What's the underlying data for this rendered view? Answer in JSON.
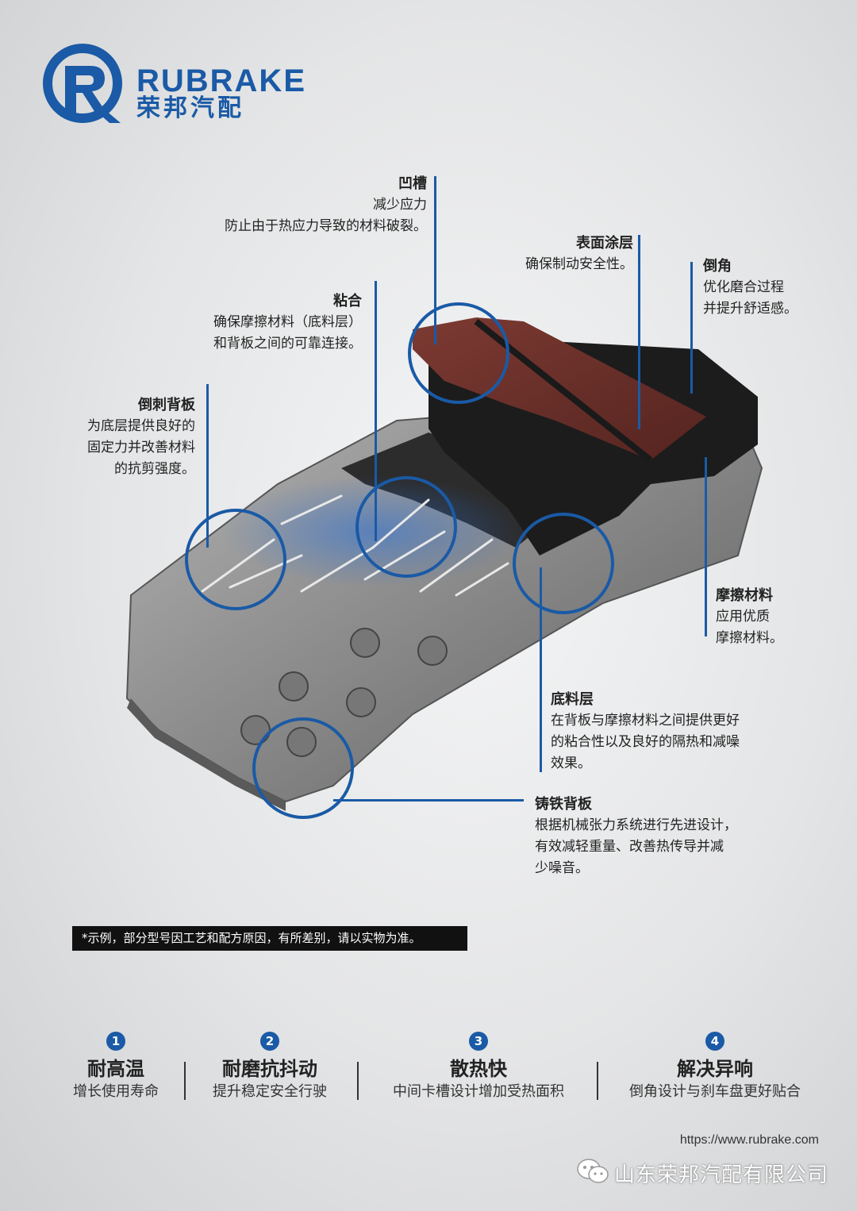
{
  "brand": {
    "name_en": "RUBRAKE",
    "name_cn": "荣邦汽配",
    "logo_letter": "RQ"
  },
  "annotations": {
    "groove": {
      "title": "凹槽",
      "lines": [
        "减少应力",
        "防止由于热应力导致的材料破裂。"
      ]
    },
    "coating": {
      "title": "表面涂层",
      "lines": [
        "确保制动安全性。"
      ]
    },
    "chamfer": {
      "title": "倒角",
      "lines": [
        "优化磨合过程",
        "并提升舒适感。"
      ]
    },
    "bonding": {
      "title": "粘合",
      "lines": [
        "确保摩擦材料（底料层）",
        "和背板之间的可靠连接。"
      ]
    },
    "barb": {
      "title": "倒刺背板",
      "lines": [
        "为底层提供良好的",
        "固定力并改善材料",
        "的抗剪强度。"
      ]
    },
    "friction": {
      "title": "摩擦材料",
      "lines": [
        "应用优质",
        "摩擦材料。"
      ]
    },
    "underlayer": {
      "title": "底料层",
      "lines": [
        "在背板与摩擦材料之间提供更好",
        "的粘合性以及良好的隔热和减噪",
        "效果。"
      ]
    },
    "backplate": {
      "title": "铸铁背板",
      "lines": [
        "根据机械张力系统进行先进设计，",
        "有效减轻重量、改善热传导并减",
        "少噪音。"
      ]
    }
  },
  "note": "*示例，部分型号因工艺和配方原因，有所差别，请以实物为准。",
  "features": [
    {
      "num": "1",
      "title": "耐高温",
      "desc": "增长使用寿命"
    },
    {
      "num": "2",
      "title": "耐磨抗抖动",
      "desc": "提升稳定安全行驶"
    },
    {
      "num": "3",
      "title": "散热快",
      "desc": "中间卡槽设计增加受热面积"
    },
    {
      "num": "4",
      "title": "解决异响",
      "desc": "倒角设计与刹车盘更好贴合"
    }
  ],
  "footer": {
    "url": "https://www.rubrake.com",
    "company": "山东荣邦汽配有限公司",
    "wechat_icon": "wechat-icon"
  },
  "colors": {
    "accent": "#1a5aa6",
    "coating": "#6e2e28",
    "pad": "#1c1c1c",
    "plate": "#8c8c8c"
  }
}
